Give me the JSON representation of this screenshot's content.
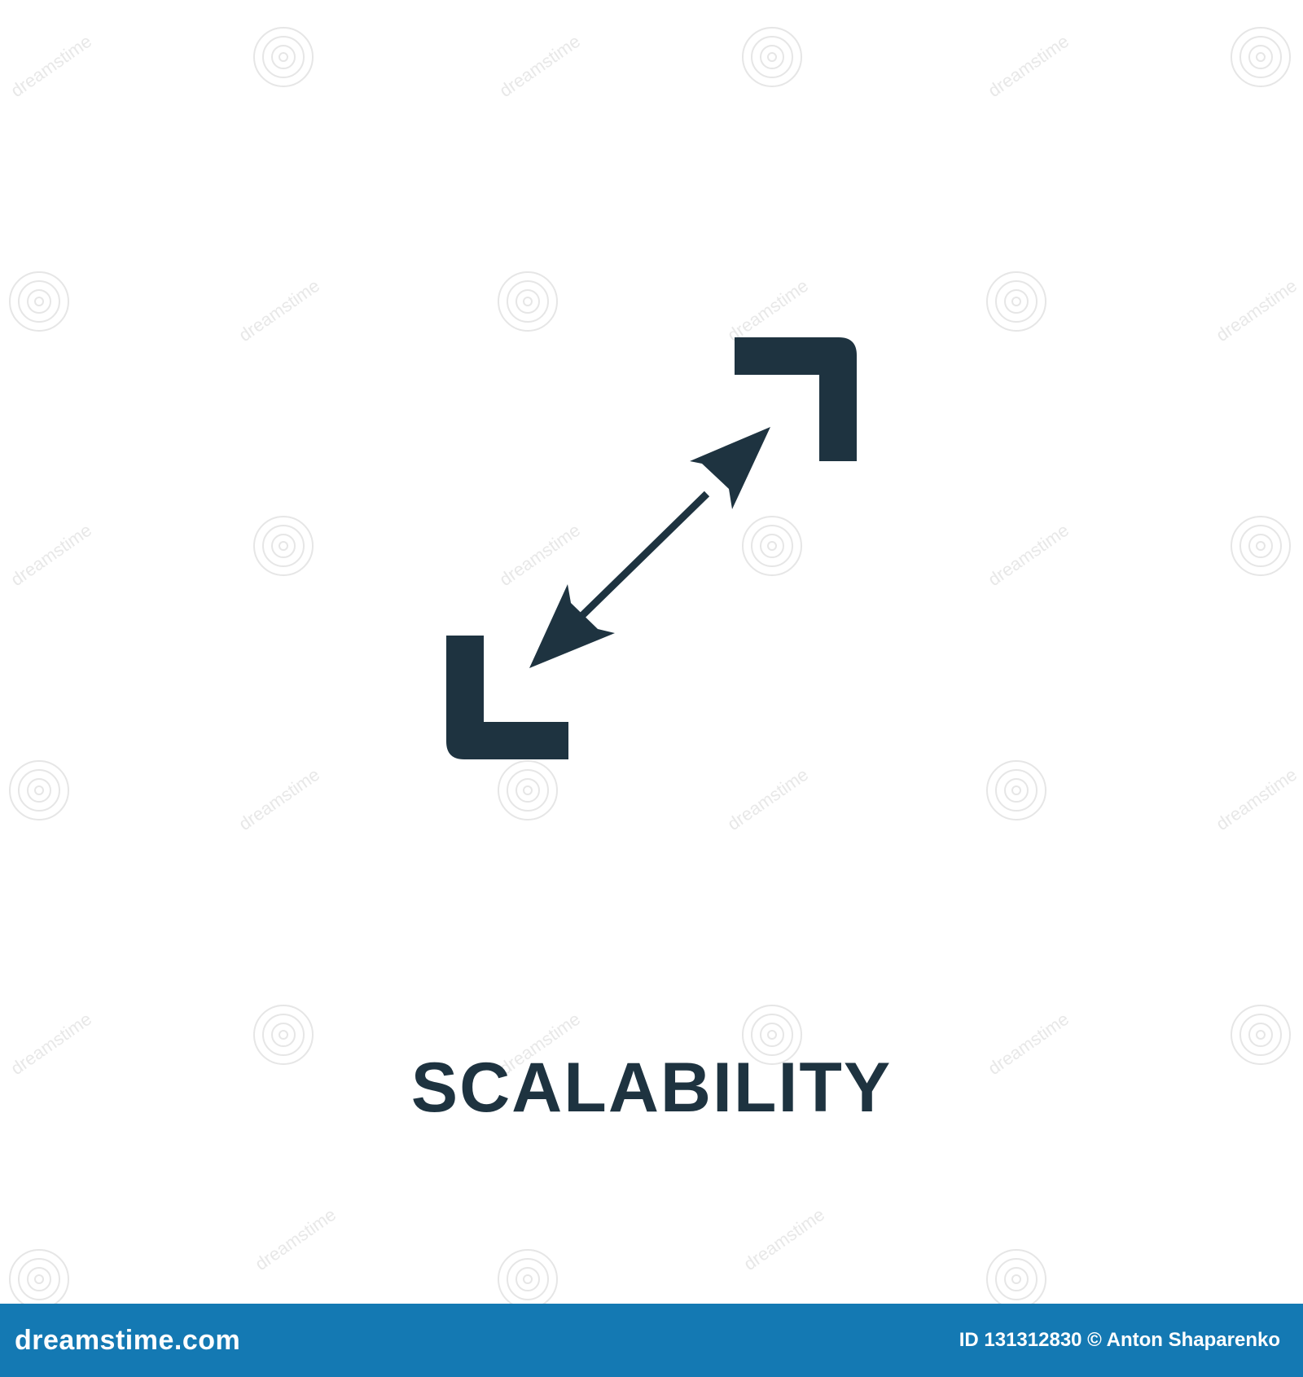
{
  "icon": {
    "name": "scalability-icon",
    "color": "#1e3340"
  },
  "title": "SCALABILITY",
  "footer": {
    "logo_text": "dreamstime.com",
    "credit_text": "ID 131312830 © Anton Shaparenko",
    "background_color": "#1479b3",
    "text_color": "#ffffff"
  },
  "watermark": {
    "text": "dreamstime"
  }
}
